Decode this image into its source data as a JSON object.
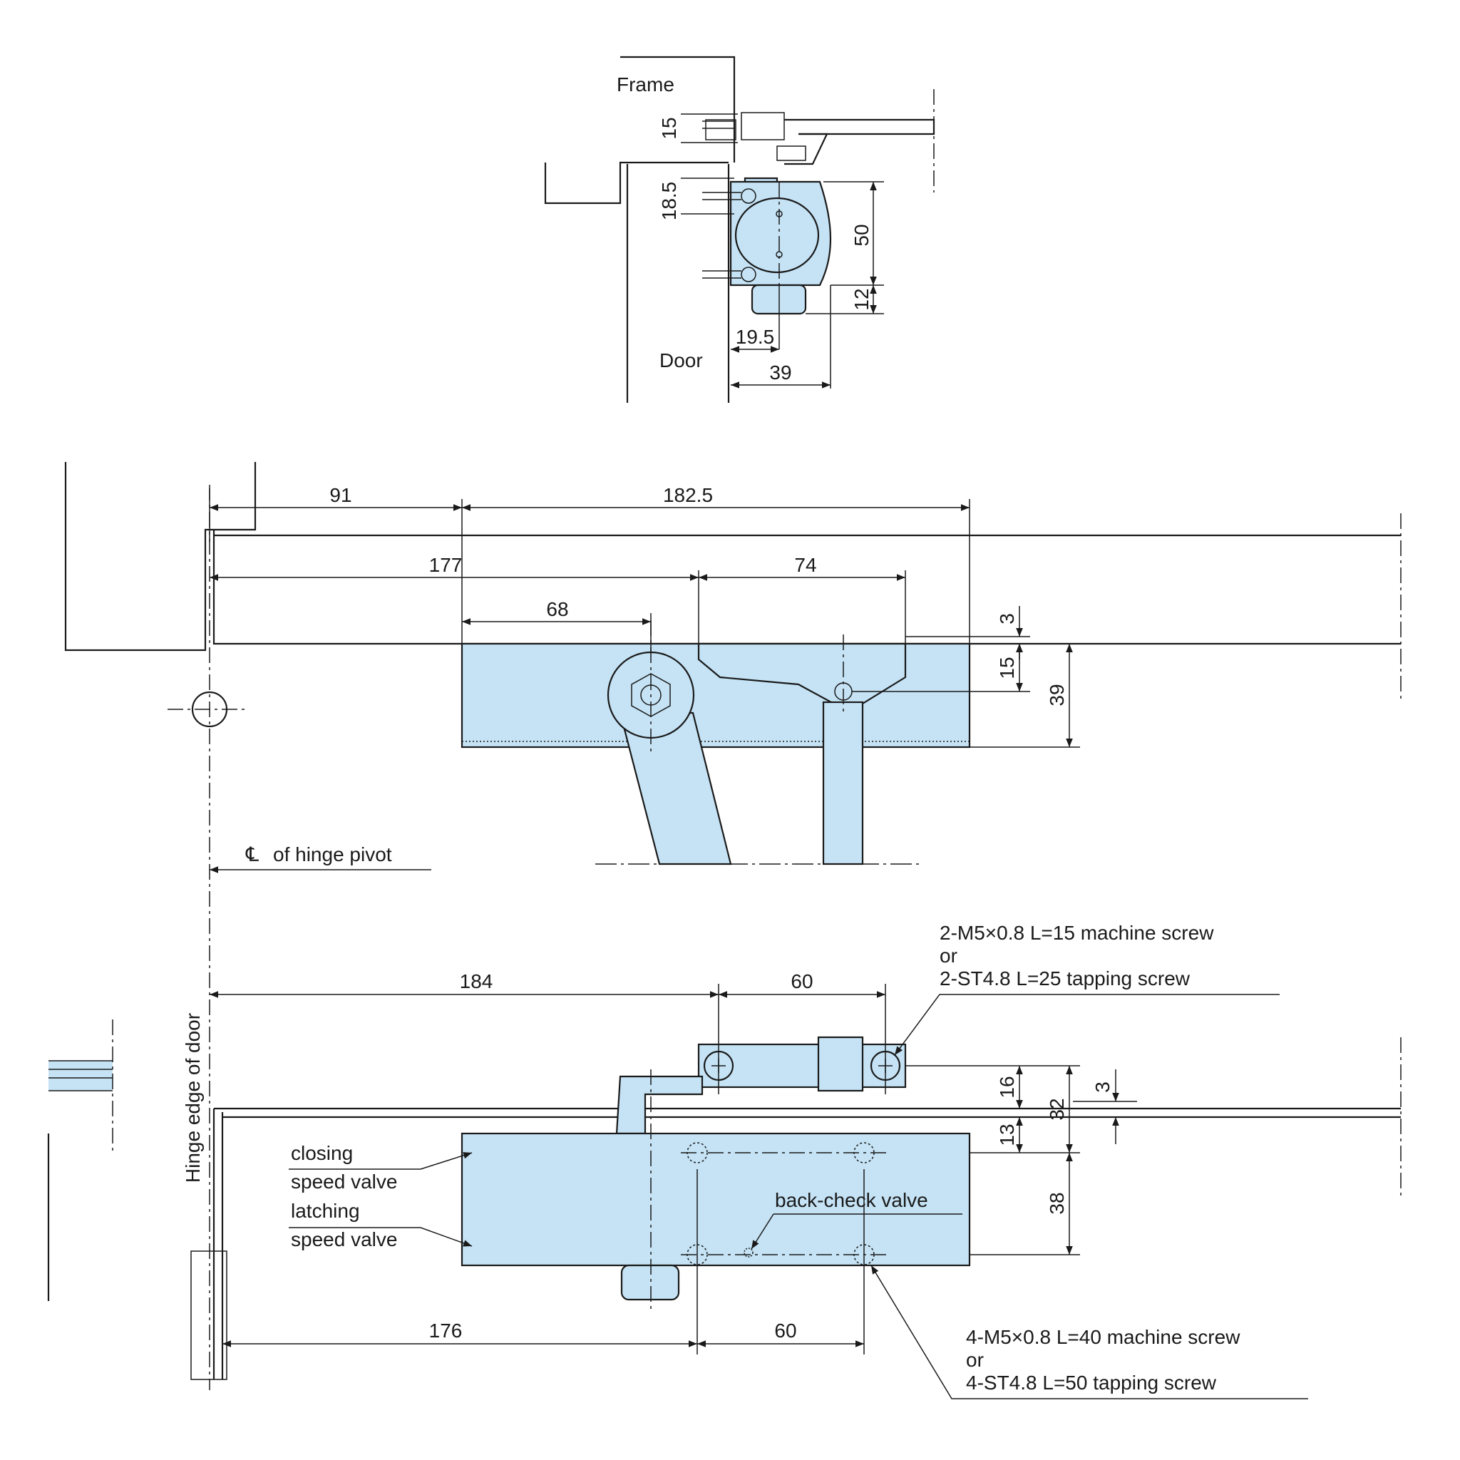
{
  "colors": {
    "body": "#c5e3f5",
    "line": "#1a1a1a"
  },
  "top_view": {
    "frame_label": "Frame",
    "door_label": "Door",
    "dims": {
      "d15": "15",
      "d18_5": "18.5",
      "d50": "50",
      "d12": "12",
      "d19_5": "19.5",
      "d39": "39"
    }
  },
  "middle_view": {
    "dims": {
      "d91": "91",
      "d182_5": "182.5",
      "d177": "177",
      "d74": "74",
      "d68": "68",
      "d3": "3",
      "d15": "15",
      "d39": "39"
    },
    "hinge_pivot_label": "of hinge pivot",
    "centerline_symbol": "℄"
  },
  "bottom_view": {
    "hinge_edge_label": "Hinge edge of door",
    "dims": {
      "d184": "184",
      "d60_top": "60",
      "d16": "16",
      "d13": "13",
      "d32": "32",
      "d3": "3",
      "d38": "38",
      "d176": "176",
      "d60_bottom": "60"
    },
    "arm_screw_note": [
      "2-M5×0.8 L=15 machine screw",
      "or",
      "2-ST4.8 L=25 tapping screw"
    ],
    "body_screw_note": [
      "4-M5×0.8 L=40 machine screw",
      "or",
      "4-ST4.8 L=50 tapping screw"
    ],
    "closing_valve": [
      "closing",
      "speed valve"
    ],
    "latching_valve": [
      "latching",
      "speed valve"
    ],
    "backcheck_valve": "back-check valve"
  }
}
